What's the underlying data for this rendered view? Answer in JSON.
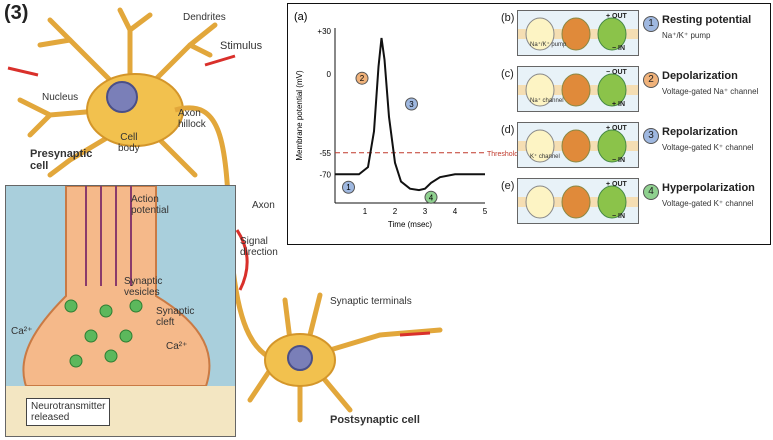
{
  "figure_number": "(3)",
  "neuron": {
    "dendrites": "Dendrites",
    "stimulus": "Stimulus",
    "nucleus": "Nucleus",
    "axon_hillock": "Axon\nhillock",
    "cell_body": "Cell\nbody",
    "presynaptic_cell": "Presynaptic\ncell",
    "axon": "Axon",
    "signal_direction": "Signal\ndirection",
    "synaptic_terminals": "Synaptic terminals",
    "postsynaptic_cell": "Postsynaptic cell"
  },
  "synapse_inset": {
    "action_potential": "Action\npotential",
    "synaptic_vesicles": "Synaptic\nvesicles",
    "synaptic_cleft": "Synaptic\ncleft",
    "ca_left": "Ca²⁺",
    "ca_right": "Ca²⁺",
    "neurotransmitter": "Neurotransmitter\nreleased"
  },
  "chart_data": {
    "type": "line",
    "panel_label": "(a)",
    "xlabel": "Time (msec)",
    "ylabel": "Membrane potential (mV)",
    "xlim": [
      0,
      5
    ],
    "ylim": [
      -90,
      32
    ],
    "x_ticks": [
      1,
      2,
      3,
      4,
      5
    ],
    "y_ticks": [
      30,
      0,
      -55,
      -70
    ],
    "y_tick_labels": [
      "+30",
      "0",
      "-55",
      "-70"
    ],
    "threshold": {
      "value": -55,
      "label": "Threshold",
      "color": "#c0392b"
    },
    "series": [
      {
        "x": [
          0,
          0.8,
          1.1,
          1.3,
          1.45,
          1.55,
          1.65,
          1.8,
          2.0,
          2.2,
          2.5,
          2.8,
          3.0,
          3.2,
          3.5,
          4.0,
          4.5,
          5.0
        ],
        "y": [
          -70,
          -70,
          -65,
          -40,
          5,
          25,
          10,
          -30,
          -62,
          -75,
          -80,
          -81,
          -80,
          -76,
          -72,
          -70,
          -70,
          -70
        ]
      }
    ],
    "markers": [
      {
        "num": "1",
        "x": 0.45,
        "y": -79,
        "color": "#9fb8e0"
      },
      {
        "num": "2",
        "x": 0.9,
        "y": -3,
        "color": "#f0b27a"
      },
      {
        "num": "3",
        "x": 2.55,
        "y": -21,
        "color": "#9fb8e0"
      },
      {
        "num": "4",
        "x": 3.2,
        "y": -86,
        "color": "#8fd18f"
      }
    ]
  },
  "stages": [
    {
      "tag": "(b)",
      "num": "1",
      "num_color": "#9fb8e0",
      "title": "Resting potential",
      "subtitle": "Na⁺/K⁺ pump",
      "out": "+ OUT",
      "in": "− IN",
      "channel": "Na⁺/K⁺ pump"
    },
    {
      "tag": "(c)",
      "num": "2",
      "num_color": "#f0b27a",
      "title": "Depolarization",
      "subtitle": "Voltage-gated Na⁺ channel",
      "out": "− OUT",
      "in": "+ IN",
      "channel": "Na⁺ channel"
    },
    {
      "tag": "(d)",
      "num": "3",
      "num_color": "#9fb8e0",
      "title": "Repolarization",
      "subtitle": "Voltage-gated K⁺ channel",
      "out": "+ OUT",
      "in": "− IN",
      "channel": "K⁺ channel"
    },
    {
      "tag": "(e)",
      "num": "4",
      "num_color": "#8fd18f",
      "title": "Hyperpolarization",
      "subtitle": "Voltage-gated K⁺ channel",
      "out": "+ OUT",
      "in": "− IN",
      "channel": ""
    }
  ]
}
